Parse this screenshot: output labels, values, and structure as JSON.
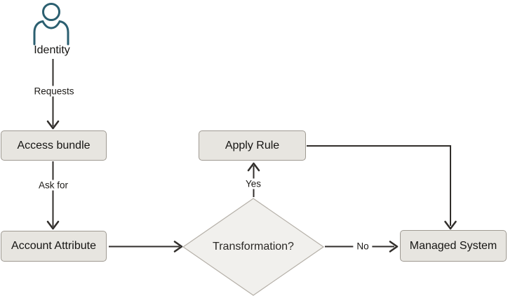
{
  "nodes": {
    "identity": {
      "label": "Identity"
    },
    "access_bundle": {
      "label": "Access bundle"
    },
    "account_attribute": {
      "label": "Account Attribute"
    },
    "transformation": {
      "label": "Transformation?"
    },
    "apply_rule": {
      "label": "Apply Rule"
    },
    "managed_system": {
      "label": "Managed System"
    }
  },
  "edges": {
    "requests": {
      "label": "Requests"
    },
    "ask_for": {
      "label": "Ask for"
    },
    "yes": {
      "label": "Yes"
    },
    "no": {
      "label": "No"
    }
  },
  "icons": {
    "person": "person-icon"
  },
  "colors": {
    "background": "#ffffff",
    "node_fill": "#e7e5e0",
    "node_border": "#9f9a92",
    "diamond_fill": "#f1f0ed",
    "diamond_border": "#b5b0a8",
    "line": "#312e2b",
    "text": "#161513",
    "person_icon": "#2b5f70"
  }
}
